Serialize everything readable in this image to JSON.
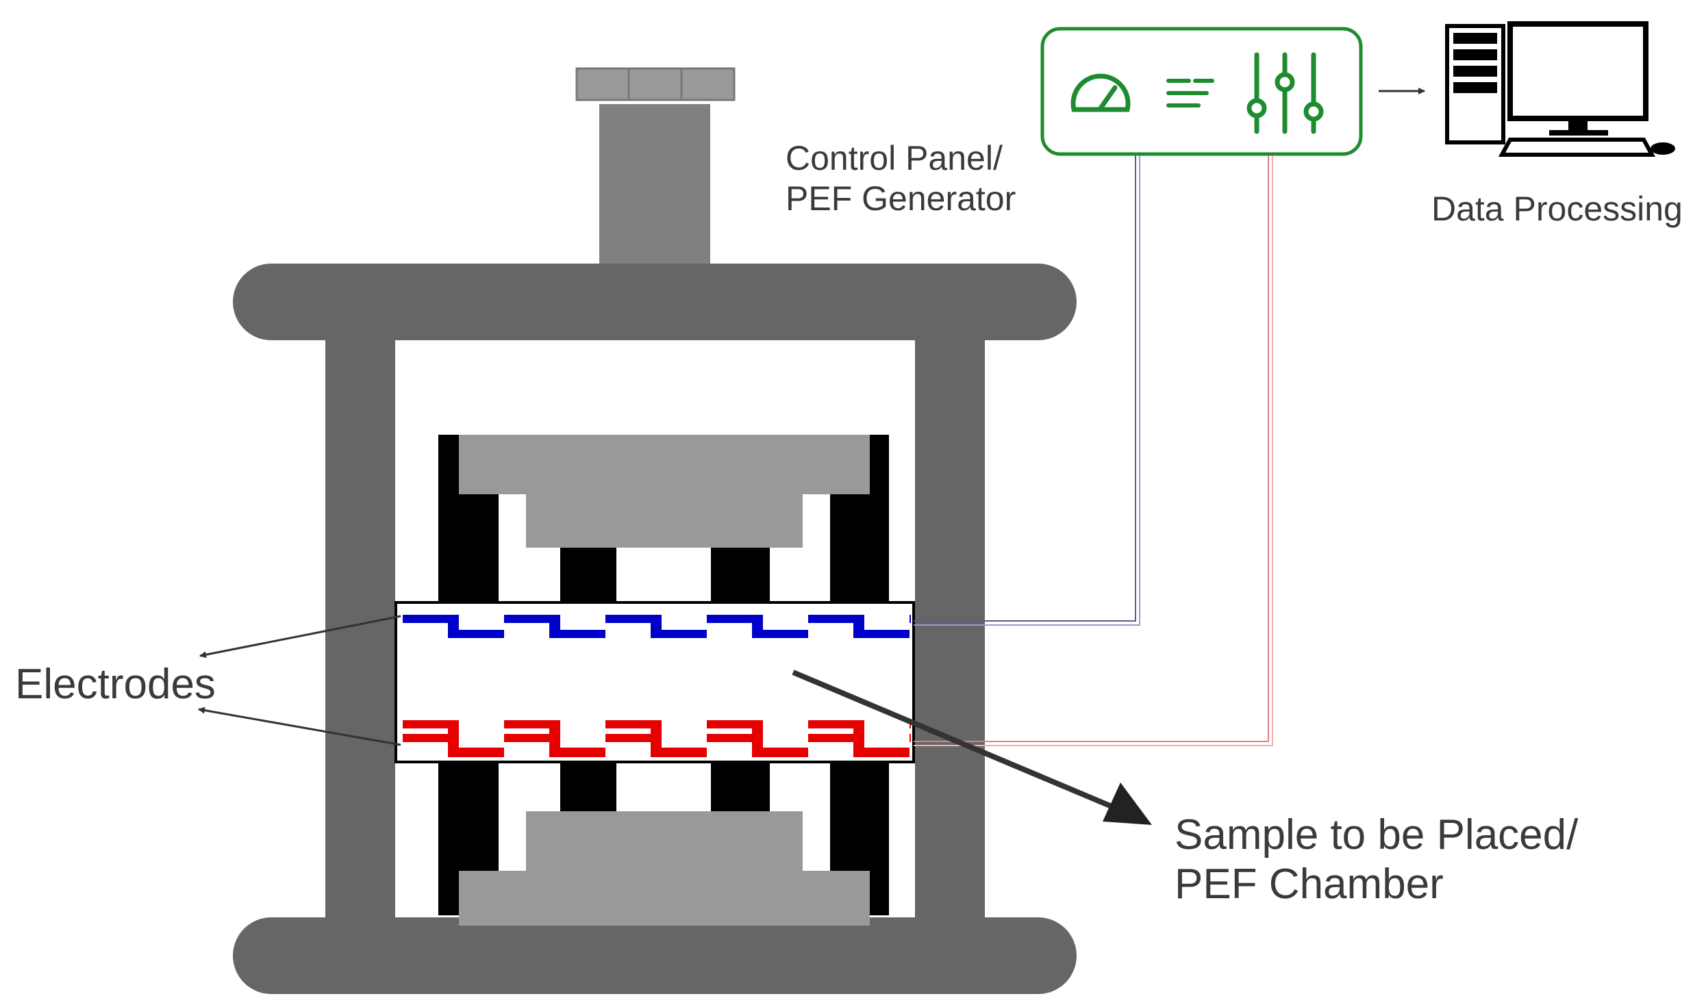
{
  "labels": {
    "control_panel_line1": "Control Panel/",
    "control_panel_line2": "PEF Generator",
    "data_processing": "Data Processing",
    "electrodes": "Electrodes",
    "sample_line1": "Sample to be Placed/",
    "sample_line2": "PEF Chamber"
  },
  "control_panel": {
    "icons": [
      "gauge-icon",
      "fast-forward-lines-icon",
      "sliders-icon"
    ]
  },
  "colors": {
    "frame": "#666666",
    "block": "#999999",
    "post": "#000000",
    "electrode_top": "#0000c8",
    "electrode_bottom": "#e60000",
    "panel_accent": "#1e8c2e",
    "wire_top": "#5a5a9a",
    "wire_bottom": "#e08080"
  }
}
